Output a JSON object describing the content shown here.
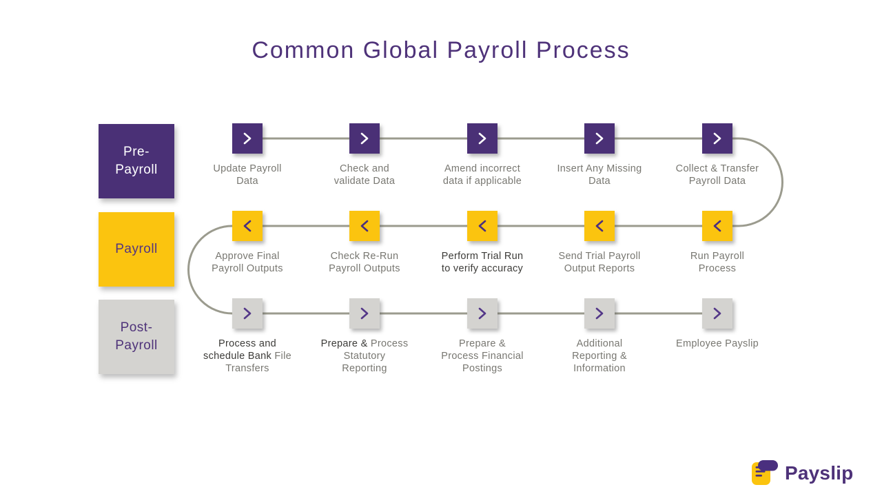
{
  "title": "Common Global Payroll Process",
  "categories": [
    {
      "id": "pre-payroll",
      "label": "Pre-\nPayroll"
    },
    {
      "id": "payroll",
      "label": "Payroll"
    },
    {
      "id": "post-payroll",
      "label": "Post-\nPayroll"
    }
  ],
  "rows": [
    {
      "name": "Pre-Payroll",
      "direction": "right",
      "steps": [
        {
          "label_dark": "",
          "label_light": "Update Payroll\nData"
        },
        {
          "label_dark": "",
          "label_light": "Check and\nvalidate Data"
        },
        {
          "label_dark": "",
          "label_light": "Amend incorrect\ndata if applicable"
        },
        {
          "label_dark": "",
          "label_light": "Insert Any Missing\nData"
        },
        {
          "label_dark": "",
          "label_light": "Collect & Transfer\nPayroll Data"
        }
      ]
    },
    {
      "name": "Payroll",
      "direction": "left",
      "steps": [
        {
          "label_dark": "",
          "label_light": "Approve Final\nPayroll Outputs"
        },
        {
          "label_dark": "",
          "label_light": "Check Re-Run\nPayroll Outputs"
        },
        {
          "label_dark": "Perform Trial Run\nto verify accuracy",
          "label_light": ""
        },
        {
          "label_dark": "",
          "label_light": "Send Trial Payroll\nOutput Reports"
        },
        {
          "label_dark": "",
          "label_light": "Run Payroll\nProcess"
        }
      ]
    },
    {
      "name": "Post-Payroll",
      "direction": "right",
      "steps": [
        {
          "label_dark": "Process and\nschedule Bank",
          "label_light": " File\nTransfers"
        },
        {
          "label_dark": "Prepare &",
          "label_light": " Process\nStatutory\nReporting"
        },
        {
          "label_dark": "",
          "label_light": "Prepare &\nProcess Financial\nPostings"
        },
        {
          "label_dark": "",
          "label_light": "Additional\nReporting &\nInformation"
        },
        {
          "label_dark": "",
          "label_light": "Employee Payslip"
        }
      ]
    }
  ],
  "logo": {
    "brand": "Payslip"
  },
  "colors": {
    "title": "#4E3279",
    "purple_box": "#4A3076",
    "yellow_box": "#FBC40F",
    "gray_box": "#D4D3D0",
    "connector_line": "#9B9B8E",
    "label_gray": "#787771",
    "label_dark": "#3C3B38",
    "pre_payroll_text": "#FFFFFF",
    "payroll_text": "#533581",
    "post_payroll_text": "#4E3279"
  }
}
